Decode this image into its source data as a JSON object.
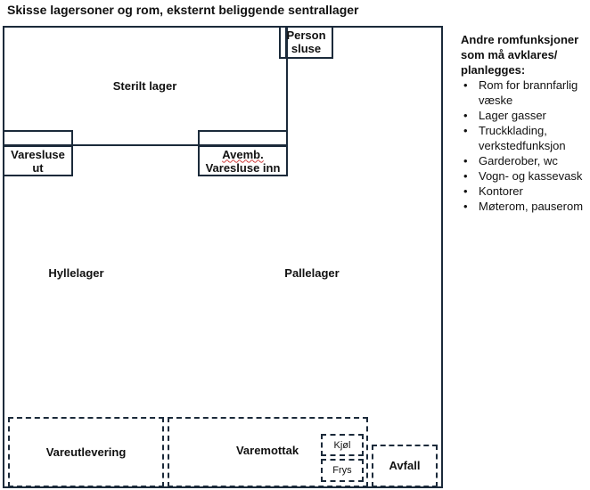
{
  "title": "Skisse lagersoner og rom, eksternt beliggende sentrallager",
  "rooms": {
    "sterilt_lager": "Sterilt lager",
    "person_sluse": [
      "Person",
      "sluse"
    ],
    "varesluse_ut": [
      "Varesluse",
      "ut"
    ],
    "avemb_varesluse_inn": [
      "Avemb.",
      "Varesluse inn"
    ],
    "hyllelager": "Hyllelager",
    "pallelager": "Pallelager",
    "vareutlevering": "Vareutlevering",
    "varemottak": "Varemottak",
    "kjol": "Kjøl",
    "frys": "Frys",
    "avfall": "Avfall"
  },
  "sidebar": {
    "heading": [
      "Andre romfunksjoner",
      "som må avklares/",
      "planlegges:"
    ],
    "items": [
      "Rom for brannfarlig væske",
      "Lager gasser",
      "Truckklading, verkstedfunksjon",
      "Garderober, wc",
      "Vogn- og kassevask",
      "Kontorer",
      "Møterom, pauserom"
    ]
  },
  "colors": {
    "line": "#1b2a3a"
  }
}
